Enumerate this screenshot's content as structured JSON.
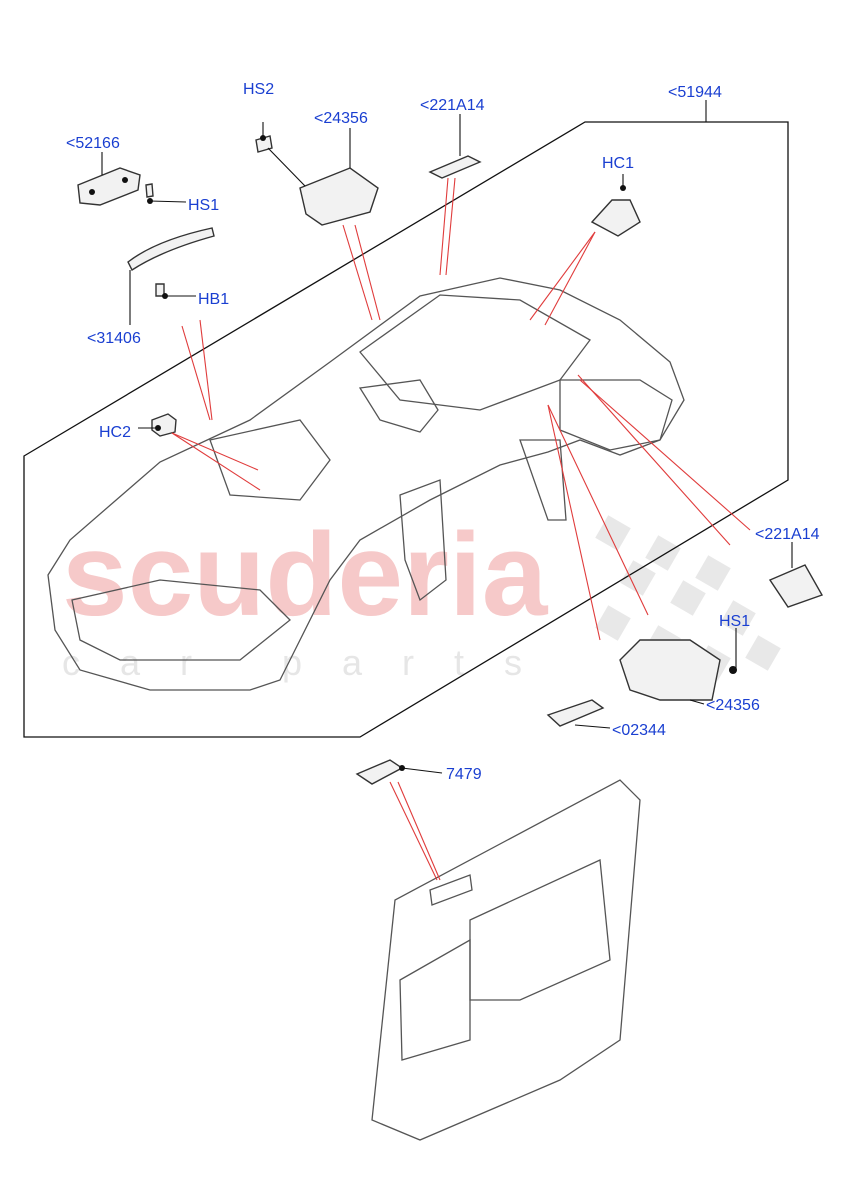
{
  "watermark": {
    "main": "scuderia",
    "sub": "car parts",
    "color": "#f6c9c9"
  },
  "colors": {
    "callout": "#1a3fd1",
    "leader": "#e03c3c"
  },
  "callouts": {
    "hs2": "HS2",
    "p24356_top": "<24356",
    "p221a14_top": "<221A14",
    "p51944": "<51944",
    "p52166": "<52166",
    "hs1_top": "HS1",
    "hc1": "HC1",
    "hb1": "HB1",
    "p31406": "<31406",
    "hc2": "HC2",
    "p221a14_right": "<221A14",
    "hs1_right": "HS1",
    "p24356_right": "<24356",
    "p02344": "<02344",
    "p7479": "7479"
  }
}
